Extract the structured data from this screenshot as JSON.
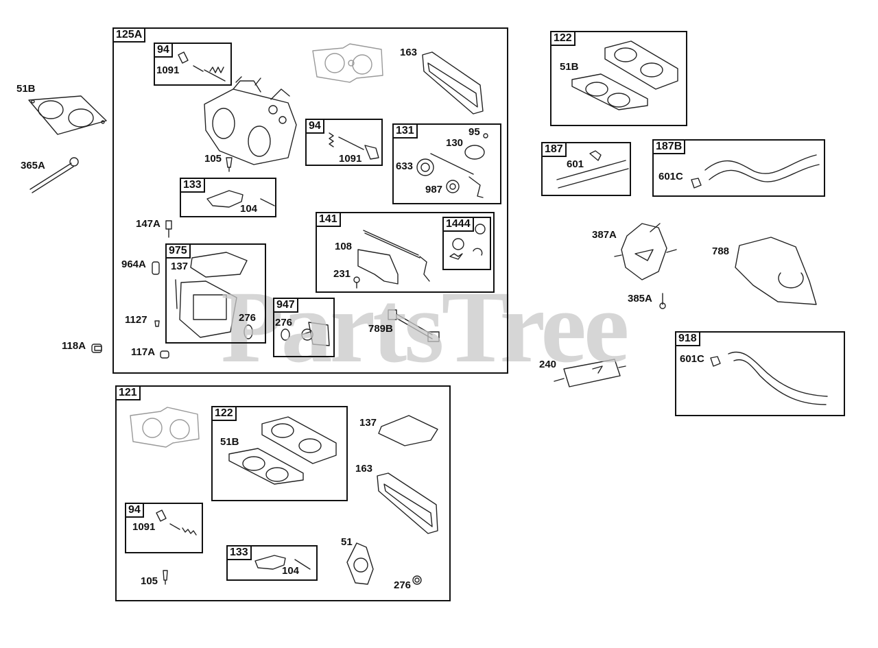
{
  "watermark": "PartsTree",
  "boxes": {
    "b125A": "125A",
    "b94a": "94",
    "b94b": "94",
    "b131": "131",
    "b133a": "133",
    "b141": "141",
    "b1444": "1444",
    "b975": "975",
    "b947": "947",
    "b122a": "122",
    "b187": "187",
    "b187B": "187B",
    "b918": "918",
    "b121": "121",
    "b122b": "122",
    "b94c": "94",
    "b133b": "133"
  },
  "labels": {
    "l51B": "51B",
    "l365A": "365A",
    "l147A": "147A",
    "l964A": "964A",
    "l1127": "1127",
    "l118A": "118A",
    "l117A": "117A",
    "l1091a": "1091",
    "l105a": "105",
    "l163a": "163",
    "l1091b": "1091",
    "l95": "95",
    "l130": "130",
    "l633": "633",
    "l987": "987",
    "l104a": "104",
    "l108": "108",
    "l231": "231",
    "l137a": "137",
    "l276a": "276",
    "l276b": "276",
    "l789B": "789B",
    "l51Bb": "51B",
    "l601": "601",
    "l601C": "601C",
    "l387A": "387A",
    "l788": "788",
    "l385A": "385A",
    "l240": "240",
    "l601Cb": "601C",
    "l51Bc": "51B",
    "l137b": "137",
    "l163b": "163",
    "l1091c": "1091",
    "l104b": "104",
    "l51": "51",
    "l105b": "105",
    "l276c": "276"
  }
}
